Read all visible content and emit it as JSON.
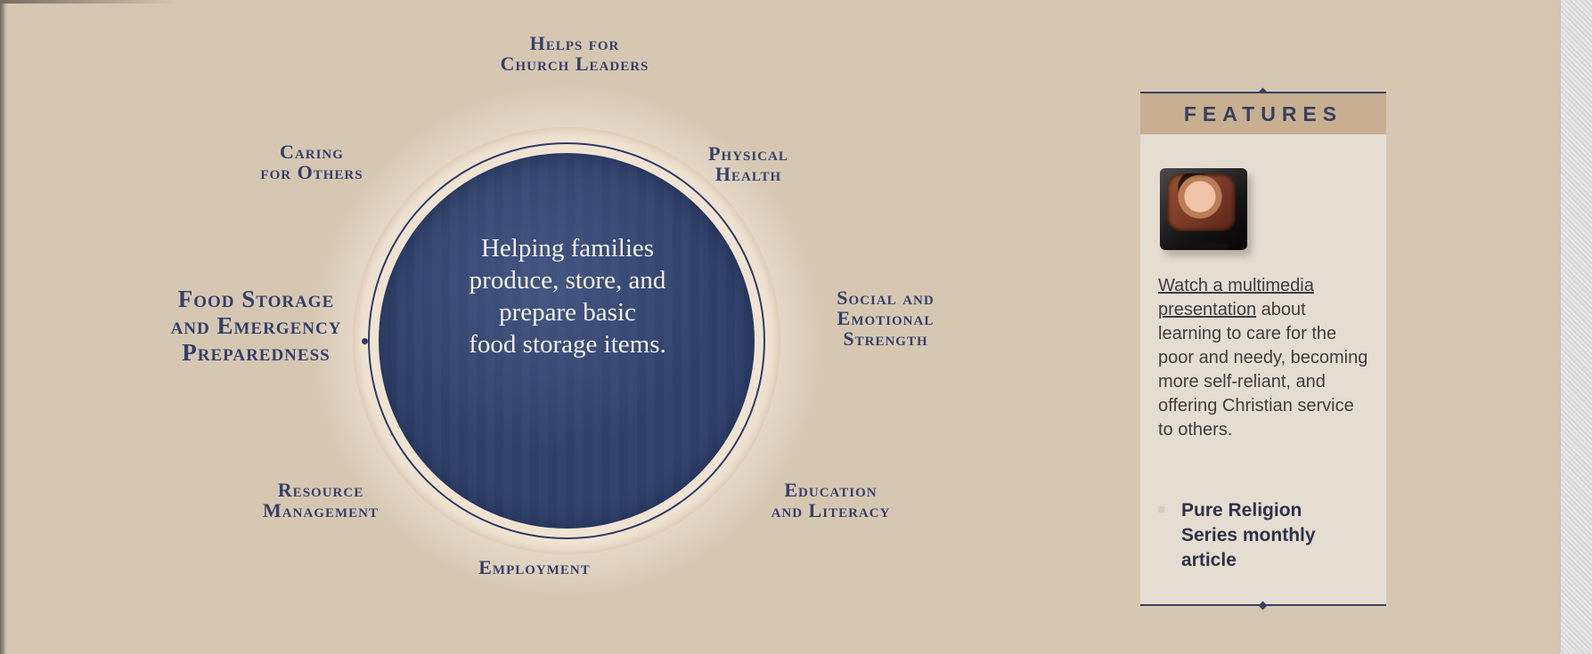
{
  "diagram": {
    "center_text": "Helping families\nproduce, store, and\nprepare basic\nfood storage items.",
    "labels": {
      "helps_for_church_leaders": "Helps for\nChurch Leaders",
      "caring_for_others": "Caring\nfor Others",
      "physical_health": "Physical\nHealth",
      "food_storage": "Food Storage\nand Emergency\nPreparedness",
      "social_emotional_strength": "Social and\nEmotional\nStrength",
      "resource_management": "Resource\nManagement",
      "education_literacy": "Education\nand Literacy",
      "employment": "Employment"
    }
  },
  "features": {
    "title": "FEATURES",
    "tv_icon": "tv-icon",
    "multimedia_link": "Watch a multimedia presentation",
    "description": " about learning to care for the poor and needy, becoming more self-reliant, and offering Christian service to others.",
    "article_link": "Pure Religion\nSeries monthly\narticle"
  },
  "colors": {
    "background": "#d6c7b2",
    "navy": "#31436f",
    "label_text": "#34406a",
    "feature_header": "#c8af91"
  }
}
